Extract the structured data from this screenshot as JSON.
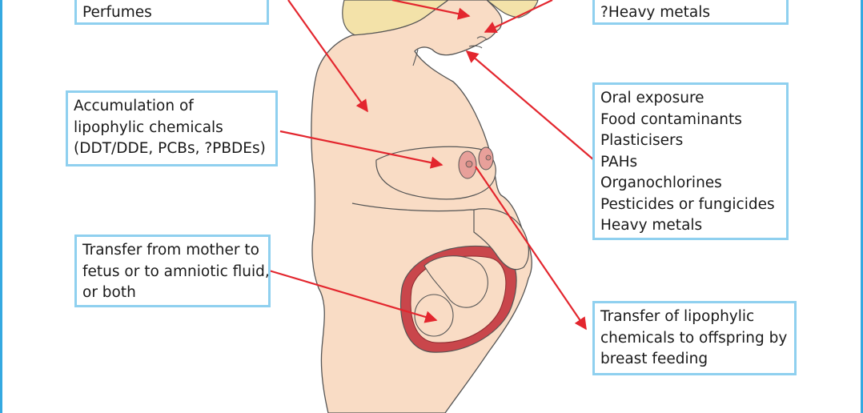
{
  "labels": {
    "top_left": [
      "Perfumes"
    ],
    "top_right": [
      "?Heavy metals"
    ],
    "accumulation": [
      "Accumulation of",
      "lipophylic chemicals",
      "(DDT/DDE, PCBs, ?PBDEs)"
    ],
    "oral": [
      "Oral exposure",
      "Food contaminants",
      "Plasticisers",
      "PAHs",
      "Organochlorines",
      "Pesticides or fungicides",
      "Heavy metals"
    ],
    "transfer_fetus": [
      "Transfer from mother to",
      "fetus or to amniotic fluid,",
      "or both"
    ],
    "breast_feeding": [
      "Transfer of lipophylic",
      "chemicals to offspring by",
      "breast feeding"
    ]
  },
  "colors": {
    "frame": "#35a9e1",
    "box_border": "#8fd0ef",
    "arrow": "#e3262e",
    "skin": "#f9dcc5",
    "hair": "#f3e2a9",
    "uterus": "#c9464b",
    "nipple": "#e8a09a"
  }
}
